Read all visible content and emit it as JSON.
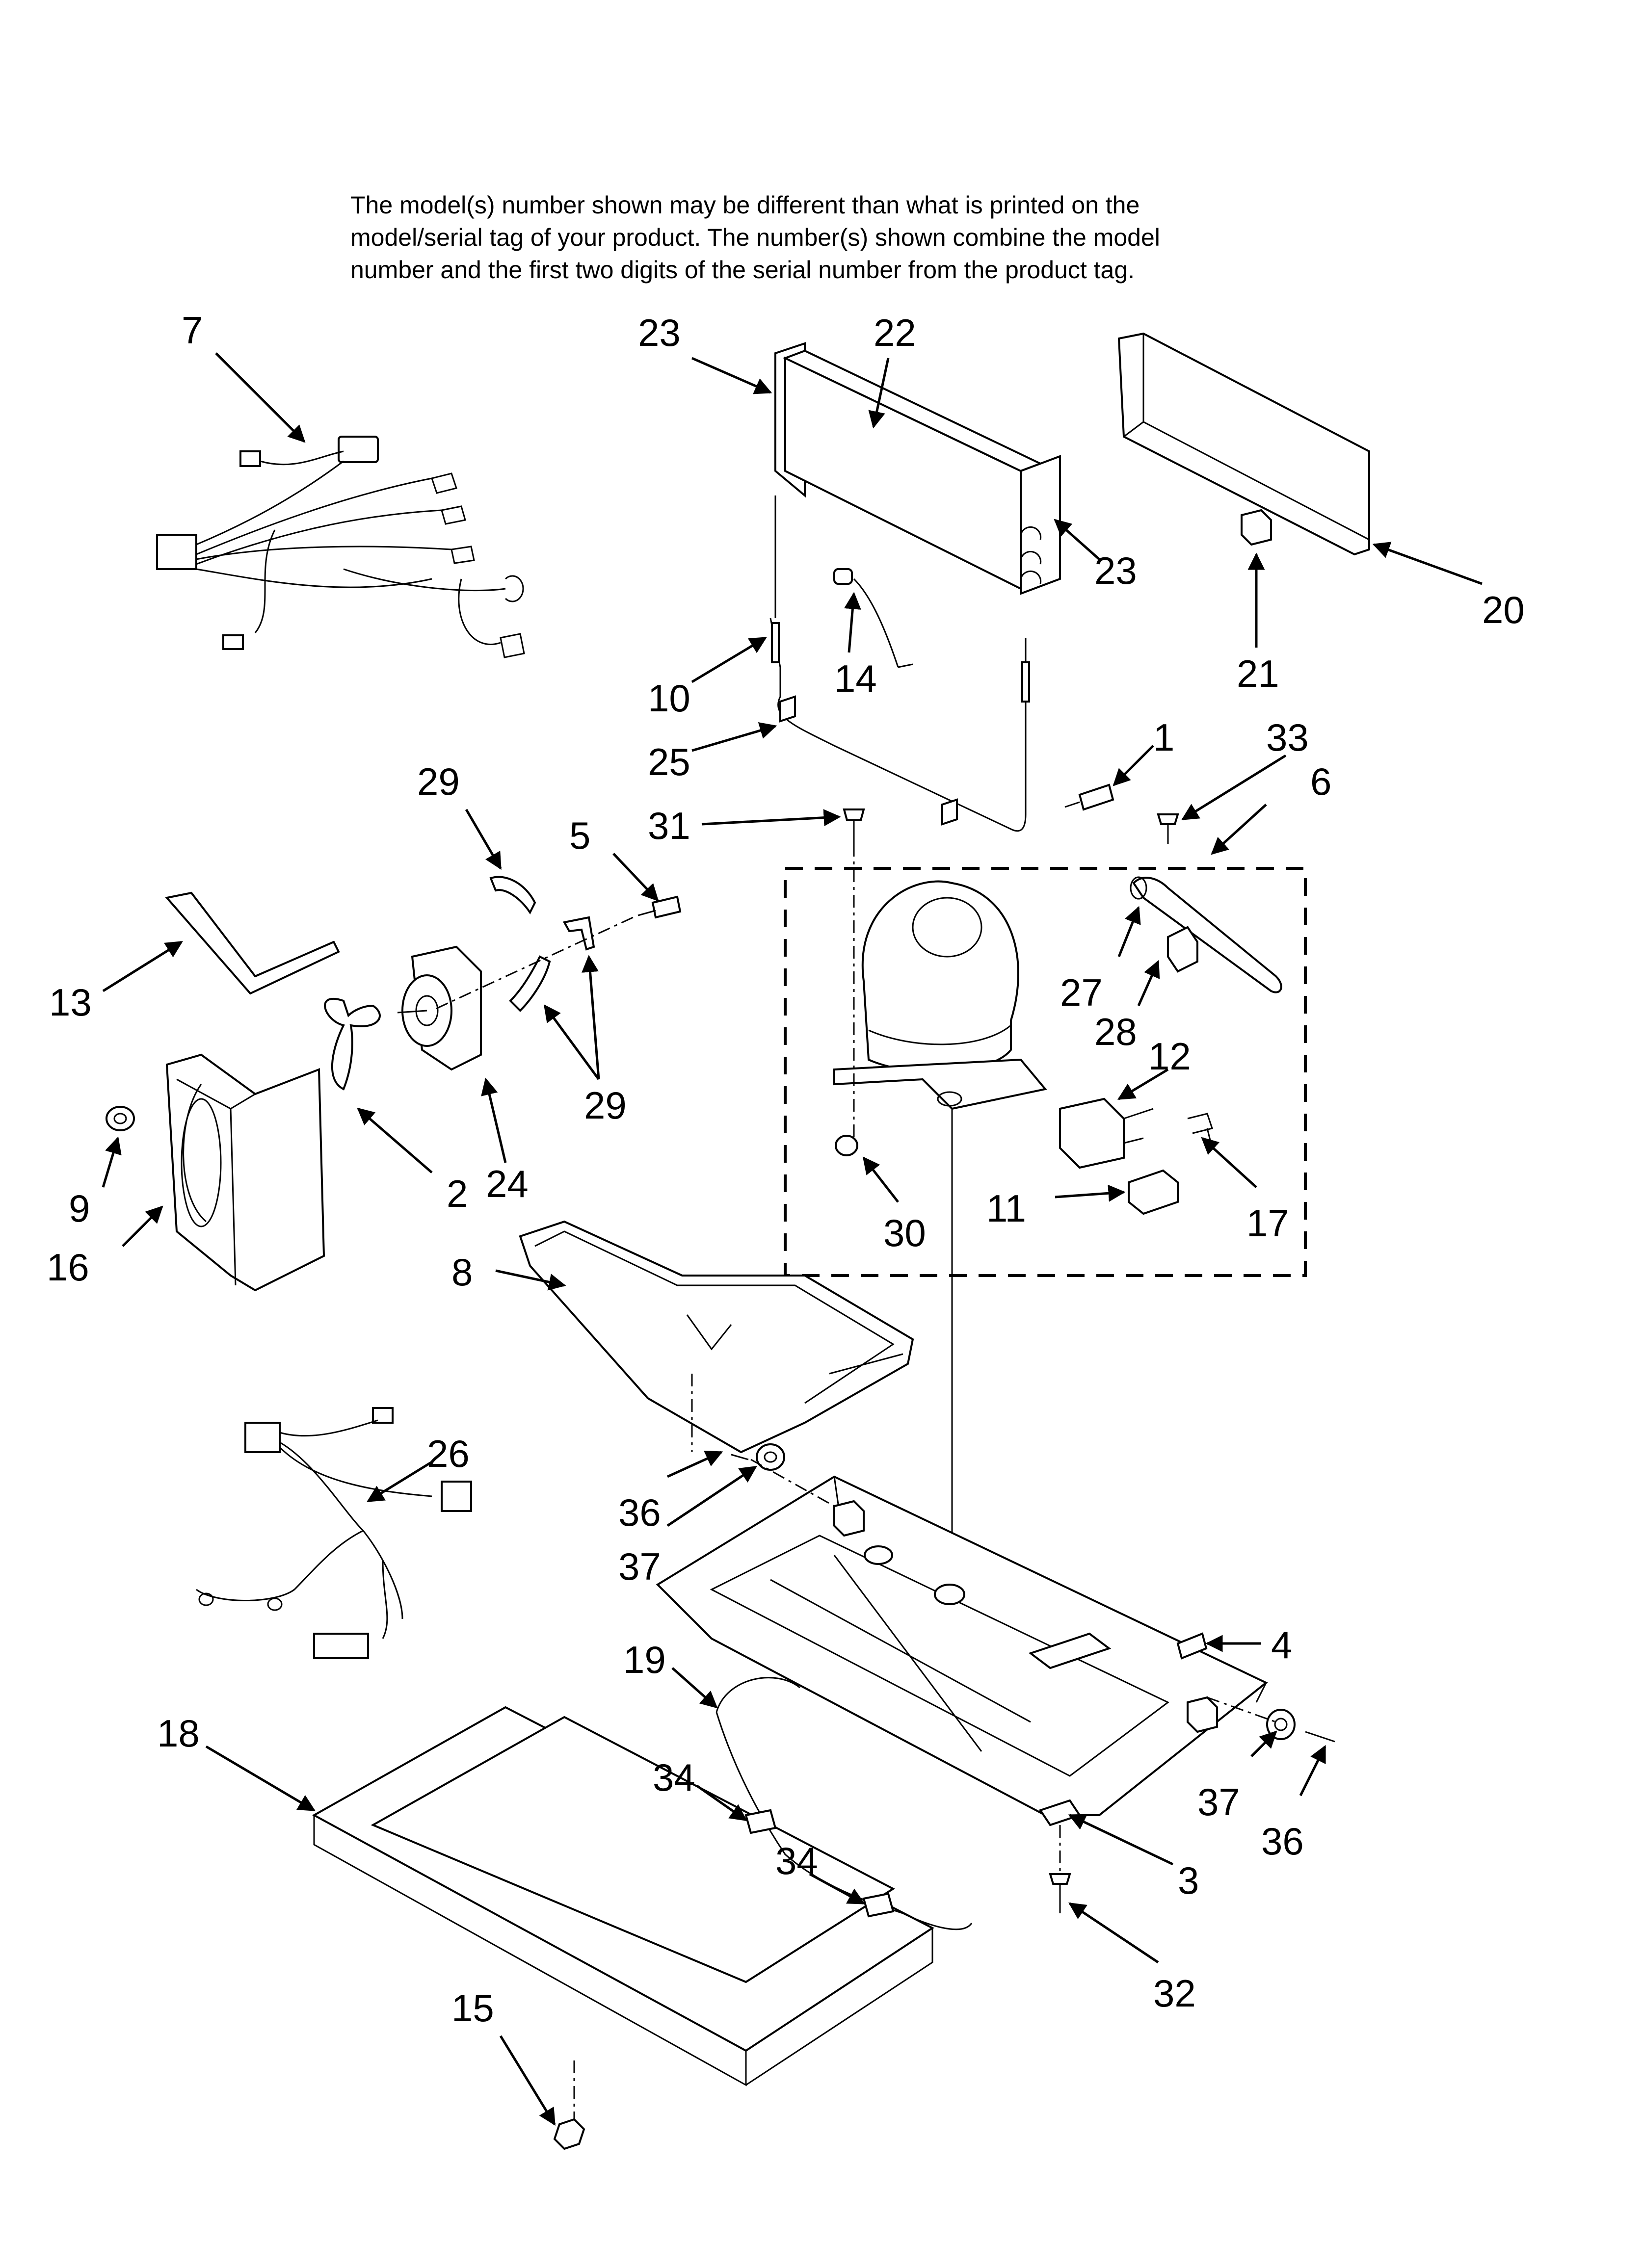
{
  "header": {
    "disclaimer": "The model(s) number shown may be different than what is printed on the\nmodel/serial tag of your product. The number(s) shown combine the model\nnumber and the first two digits of the serial number from the product tag."
  },
  "callouts": [
    {
      "id": "c1",
      "label": "1"
    },
    {
      "id": "c2",
      "label": "2"
    },
    {
      "id": "c3",
      "label": "3"
    },
    {
      "id": "c4",
      "label": "4"
    },
    {
      "id": "c5",
      "label": "5"
    },
    {
      "id": "c6",
      "label": "6"
    },
    {
      "id": "c7",
      "label": "7"
    },
    {
      "id": "c8",
      "label": "8"
    },
    {
      "id": "c9",
      "label": "9"
    },
    {
      "id": "c10",
      "label": "10"
    },
    {
      "id": "c11",
      "label": "11"
    },
    {
      "id": "c12",
      "label": "12"
    },
    {
      "id": "c13",
      "label": "13"
    },
    {
      "id": "c14",
      "label": "14"
    },
    {
      "id": "c15",
      "label": "15"
    },
    {
      "id": "c16",
      "label": "16"
    },
    {
      "id": "c17",
      "label": "17"
    },
    {
      "id": "c18",
      "label": "18"
    },
    {
      "id": "c19",
      "label": "19"
    },
    {
      "id": "c20",
      "label": "20"
    },
    {
      "id": "c21",
      "label": "21"
    },
    {
      "id": "c22",
      "label": "22"
    },
    {
      "id": "c23a",
      "label": "23"
    },
    {
      "id": "c23b",
      "label": "23"
    },
    {
      "id": "c24",
      "label": "24"
    },
    {
      "id": "c25",
      "label": "25"
    },
    {
      "id": "c26",
      "label": "26"
    },
    {
      "id": "c27",
      "label": "27"
    },
    {
      "id": "c28",
      "label": "28"
    },
    {
      "id": "c29a",
      "label": "29"
    },
    {
      "id": "c29b",
      "label": "29"
    },
    {
      "id": "c30",
      "label": "30"
    },
    {
      "id": "c31",
      "label": "31"
    },
    {
      "id": "c32",
      "label": "32"
    },
    {
      "id": "c33",
      "label": "33"
    },
    {
      "id": "c34a",
      "label": "34"
    },
    {
      "id": "c34b",
      "label": "34"
    },
    {
      "id": "c36a",
      "label": "36"
    },
    {
      "id": "c36b",
      "label": "36"
    },
    {
      "id": "c37a",
      "label": "37"
    },
    {
      "id": "c37b",
      "label": "37"
    }
  ]
}
